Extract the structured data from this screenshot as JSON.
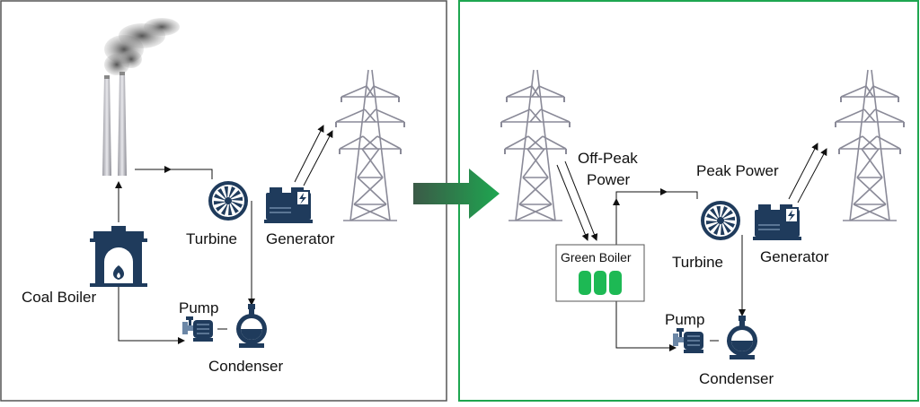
{
  "colors": {
    "left_panel_border": "#555555",
    "right_panel_border": "#1ea650",
    "equipment_dark": "#1f3b5c",
    "tower_gray": "#8a8a98",
    "green_cells": "#1db954",
    "transition_arrow": "#2e7a4a"
  },
  "left_panel": {
    "labels": {
      "turbine": "Turbine",
      "generator": "Generator",
      "coal_boiler": "Coal Boiler",
      "pump": "Pump",
      "condenser": "Condenser"
    },
    "icons": [
      "smokestack-icon",
      "turbine-icon",
      "generator-icon",
      "transmission-tower-icon",
      "coal-boiler-icon",
      "pump-icon",
      "condenser-icon"
    ]
  },
  "right_panel": {
    "labels": {
      "off_peak_power": [
        "Off-Peak",
        "Power"
      ],
      "peak_power": "Peak Power",
      "green_boiler": "Green Boiler",
      "turbine": "Turbine",
      "generator": "Generator",
      "pump": "Pump",
      "condenser": "Condenser"
    },
    "icons": [
      "transmission-tower-icon",
      "battery-cells-icon",
      "turbine-icon",
      "generator-icon",
      "pump-icon",
      "condenser-icon"
    ]
  }
}
